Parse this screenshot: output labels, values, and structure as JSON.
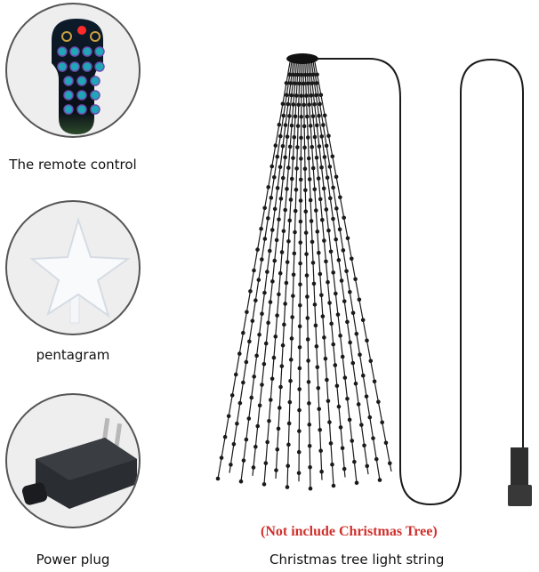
{
  "items": [
    {
      "label": "The remote control",
      "icon": "remote-control-icon"
    },
    {
      "label": "pentagram",
      "icon": "star-topper-icon"
    },
    {
      "label": "Power plug",
      "icon": "power-adapter-icon"
    }
  ],
  "main": {
    "note": "(Not include Christmas Tree)",
    "caption": "Christmas tree light string",
    "note_color": "#d0312d"
  }
}
